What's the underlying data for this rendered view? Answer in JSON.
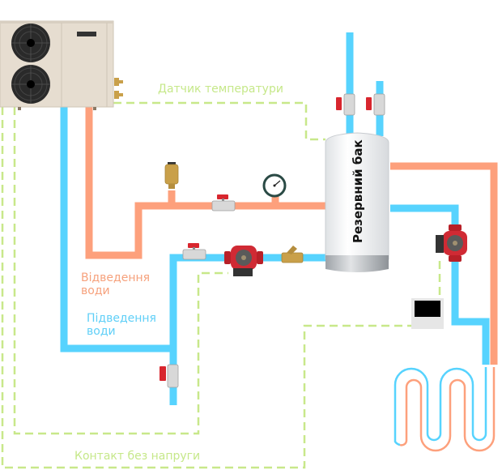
{
  "diagram": {
    "title": "Heat pump heating scheme",
    "labels": {
      "temperature_sensor": "Датчик температури",
      "water_outlet_line1": "Відведення",
      "water_outlet_line2": "води",
      "water_inlet_line1": "Підведення",
      "water_inlet_line2": "води",
      "voltage_free_contact": "Контакт без напруги",
      "buffer_tank": "Резервний бак"
    },
    "colors": {
      "hot_pipe": "#fda07c",
      "cold_pipe": "#57d3fe",
      "signal_line": "#c8e88a",
      "valve_handle": "#d8262e",
      "pump_body": "#d02a34",
      "brass": "#c9a04a",
      "unit_body": "#e8e0d4",
      "fan": "#2a2a2a",
      "tank_body": "#f2f3f4",
      "label_hot": "#f6a17c",
      "label_cold": "#5fcff7",
      "label_signal": "#c6e88a"
    },
    "components": [
      {
        "id": "heat-pump",
        "name": "Heat pump outdoor unit"
      },
      {
        "id": "buffer-tank",
        "name": "Buffer tank"
      },
      {
        "id": "air-vent",
        "name": "Automatic air vent"
      },
      {
        "id": "pressure-gauge",
        "name": "Pressure gauge"
      },
      {
        "id": "circulation-pump-1",
        "name": "Circulation pump"
      },
      {
        "id": "circulation-pump-2",
        "name": "Circulation pump"
      },
      {
        "id": "strainer",
        "name": "Y-strainer"
      },
      {
        "id": "thermostat",
        "name": "Room thermostat"
      },
      {
        "id": "floor-heating",
        "name": "Underfloor heating loop"
      }
    ]
  }
}
